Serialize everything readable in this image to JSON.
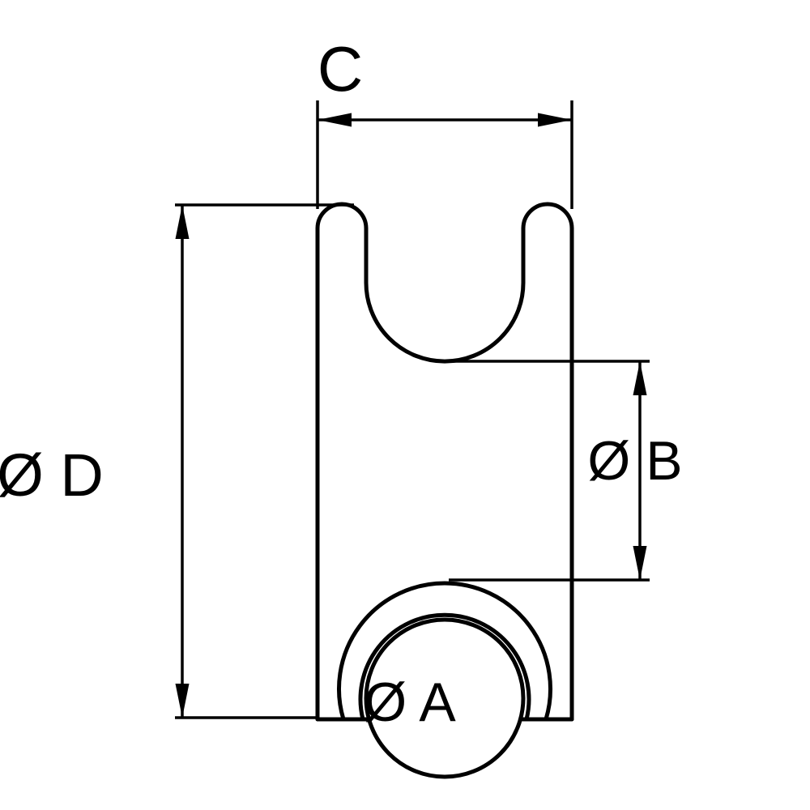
{
  "drawing": {
    "background_color": "#ffffff",
    "line_color": "#000000",
    "labels": {
      "top_width": "C",
      "outer_diameter": "Ø D",
      "barrel_diameter": "Ø B",
      "hole_diameter": "Ø A"
    }
  }
}
